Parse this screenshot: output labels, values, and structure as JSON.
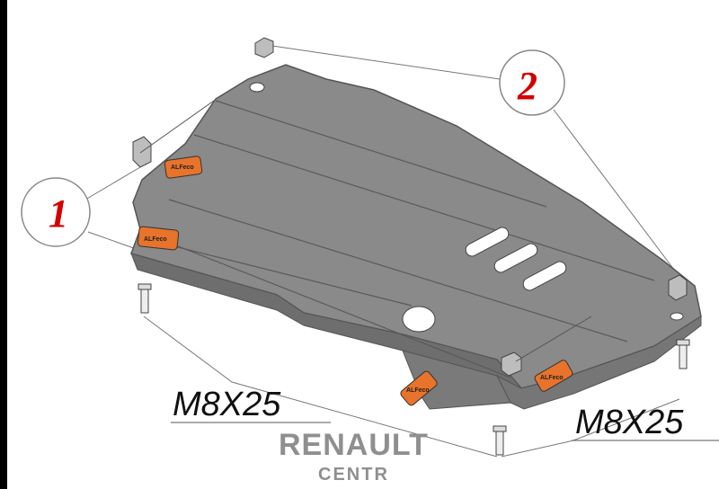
{
  "callouts": [
    {
      "number": "1"
    },
    {
      "number": "2"
    }
  ],
  "bolt_labels": {
    "left": "M8X25",
    "right": "M8X25"
  },
  "logo": {
    "brand": "RENAULT",
    "sub": "CENTR"
  },
  "pad_brand": "ALFeco",
  "colors": {
    "plate": "#8a8a8a",
    "plate_edge": "#6e6e6e",
    "pad": "#e8732a",
    "callout_text": "#d40000",
    "background": "#ffffff",
    "frame": "#000000"
  }
}
